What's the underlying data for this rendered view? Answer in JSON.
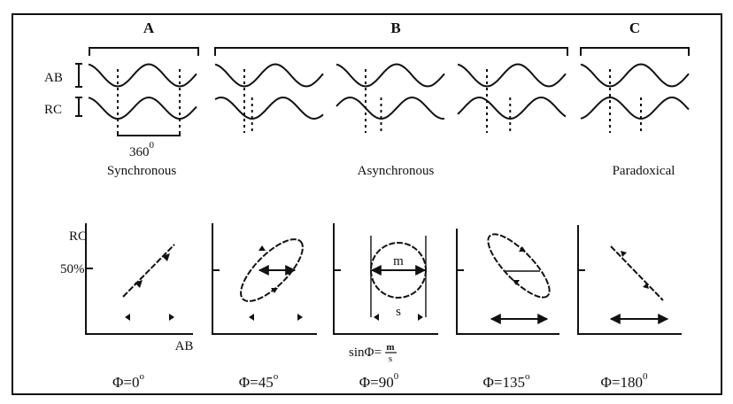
{
  "groups": [
    {
      "letter": "A",
      "caption": "Synchronous"
    },
    {
      "letter": "B",
      "caption": "Asynchronous"
    },
    {
      "letter": "C",
      "caption": "Paradoxical"
    }
  ],
  "signal_labels": {
    "ab": "AB",
    "rc": "RC"
  },
  "period_label": {
    "value": "360",
    "unit": "0"
  },
  "phase_shifts_deg": [
    0,
    45,
    90,
    135,
    180
  ],
  "plots": {
    "y_axis_label": "RC",
    "x_axis_label": "AB",
    "y_tick_label": "50%",
    "circle_labels": {
      "major": "m",
      "span": "s"
    },
    "formula": {
      "lhs": "sinΦ=",
      "num": "m",
      "den": "s"
    },
    "phase_labels": [
      {
        "text": "Φ=0",
        "sup": "o"
      },
      {
        "text": "Φ=45",
        "sup": "o"
      },
      {
        "text": "Φ=90",
        "sup": "0"
      },
      {
        "text": "Φ=135",
        "sup": "o"
      },
      {
        "text": "Φ=180",
        "sup": "0"
      }
    ]
  }
}
